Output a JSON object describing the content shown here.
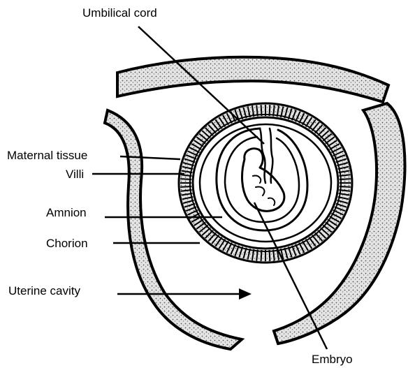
{
  "labels": {
    "umbilical_cord": "Umbilical  cord",
    "maternal_tissue": "Maternal tissue",
    "villi": "Villi",
    "amnion": "Amnion",
    "chorion": "Chorion",
    "uterine_cavity": "Uterine cavity",
    "embryo": "Embryo"
  },
  "colors": {
    "ink": "#000000",
    "tissue_fill": "#d9d9d9",
    "background": "#ffffff"
  }
}
